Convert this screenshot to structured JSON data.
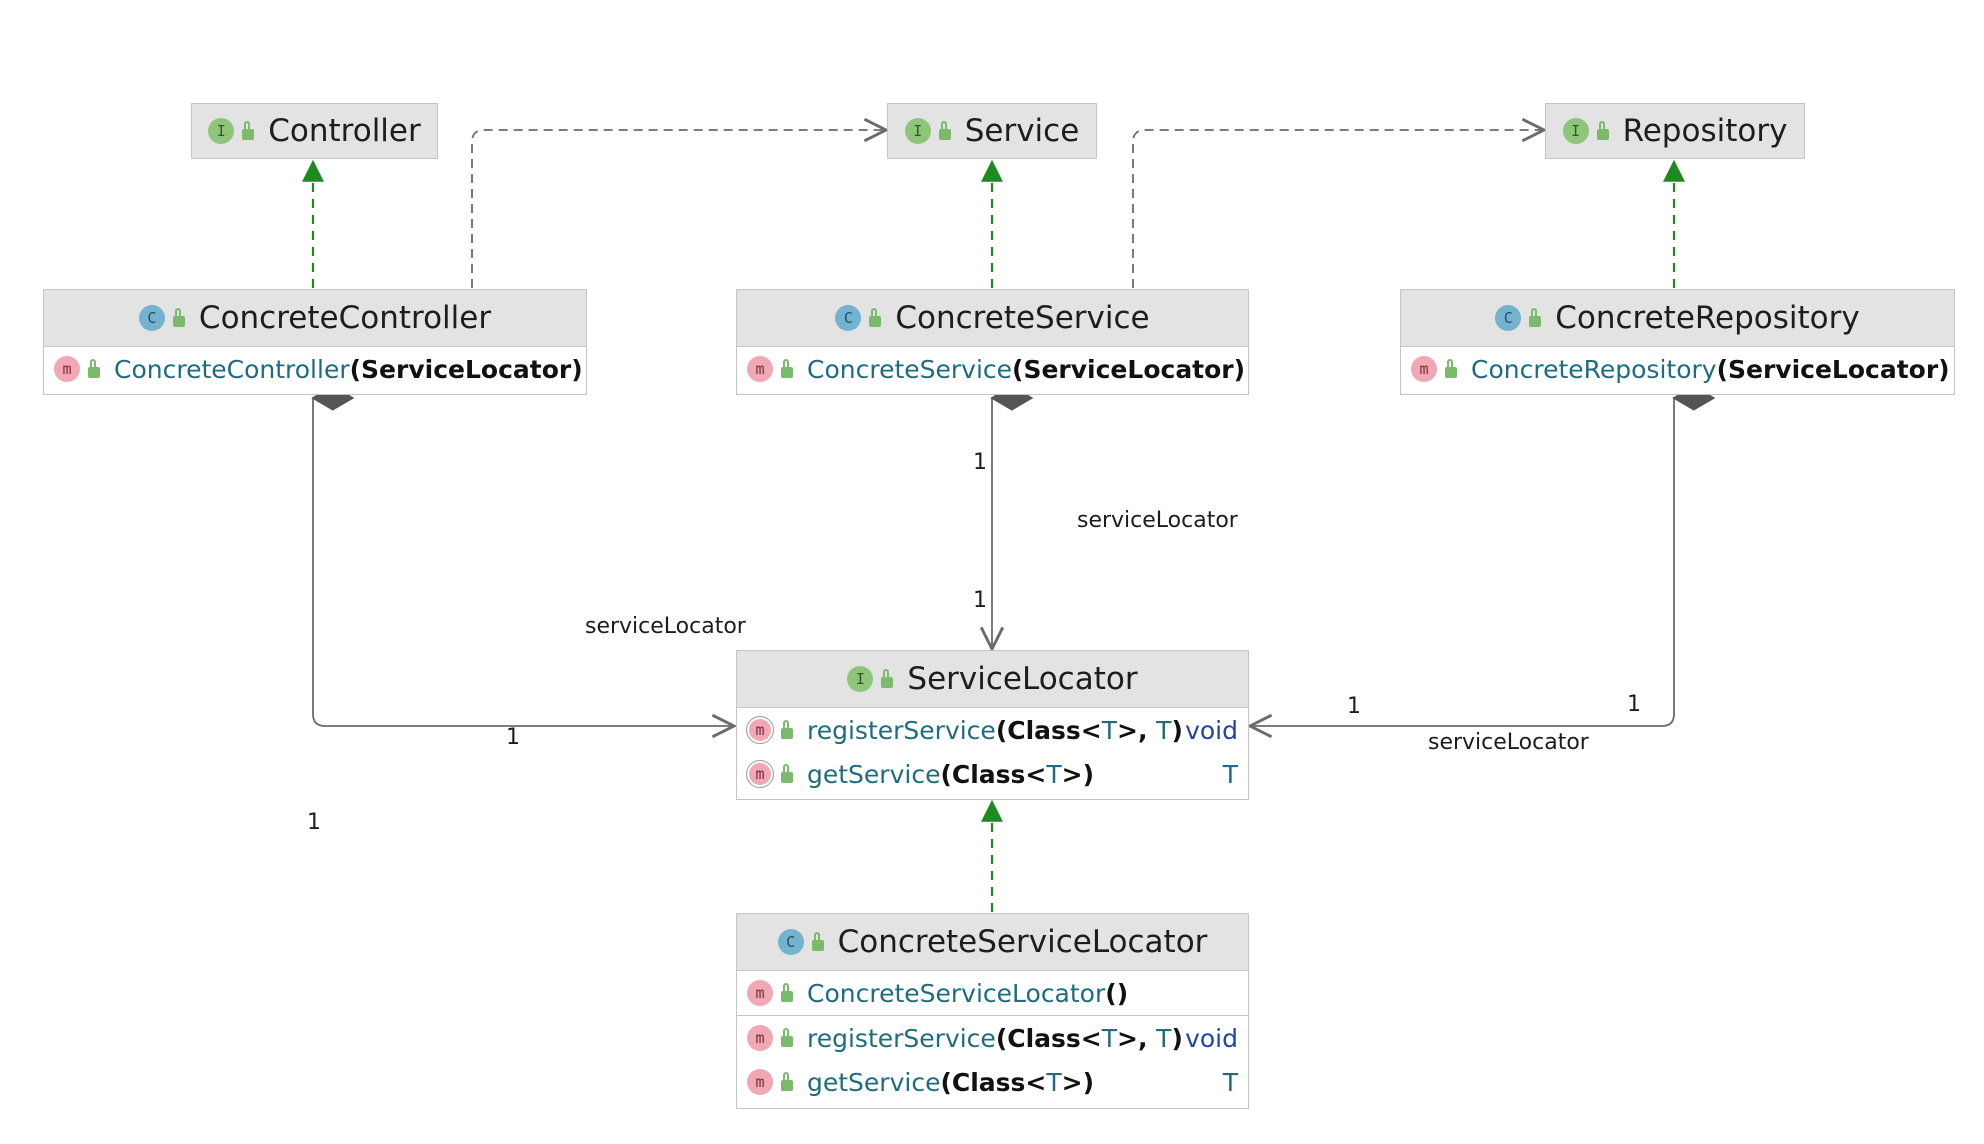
{
  "colors": {
    "implements": "#1f8a1f",
    "dependency": "#6b6b6b",
    "composition": "#555555"
  },
  "nodes": {
    "controller": {
      "badge": "I",
      "title": "Controller"
    },
    "service": {
      "badge": "I",
      "title": "Service"
    },
    "repository": {
      "badge": "I",
      "title": "Repository"
    },
    "concrete_controller": {
      "badge": "C",
      "title": "ConcreteController",
      "methods": [
        {
          "badge": "m",
          "name": "ConcreteController",
          "params": "(ServiceLocator)"
        }
      ]
    },
    "concrete_service": {
      "badge": "C",
      "title": "ConcreteService",
      "methods": [
        {
          "badge": "m",
          "name": "ConcreteService",
          "params": "(ServiceLocator)"
        }
      ]
    },
    "concrete_repository": {
      "badge": "C",
      "title": "ConcreteRepository",
      "methods": [
        {
          "badge": "m",
          "name": "ConcreteRepository",
          "params": "(ServiceLocator)"
        }
      ]
    },
    "service_locator": {
      "badge": "I",
      "title": "ServiceLocator",
      "methods": [
        {
          "badge": "m",
          "name": "registerService",
          "p_open": "(Class<",
          "p_t1": "T",
          "p_mid": ">, ",
          "p_t2": "T",
          "p_close": ")",
          "ret": "void"
        },
        {
          "badge": "m",
          "name": "getService",
          "p_open": "(Class<",
          "p_t1": "T",
          "p_close": ">)",
          "ret": "T"
        }
      ]
    },
    "concrete_service_locator": {
      "badge": "C",
      "title": "ConcreteServiceLocator",
      "constructor": {
        "badge": "m",
        "name": "ConcreteServiceLocator",
        "params": "()"
      },
      "methods": [
        {
          "badge": "m",
          "name": "registerService",
          "p_open": "(Class<",
          "p_t1": "T",
          "p_mid": ">, ",
          "p_t2": "T",
          "p_close": ")",
          "ret": "void"
        },
        {
          "badge": "m",
          "name": "getService",
          "p_open": "(Class<",
          "p_t1": "T",
          "p_close": ">)",
          "ret": "T"
        }
      ]
    }
  },
  "edge_labels": {
    "service_role": "serviceLocator",
    "service_mult_src": "1",
    "service_mult_dst": "1",
    "controller_role": "serviceLocator",
    "controller_mult_src": "1",
    "controller_mult_dst": "1",
    "repository_role": "serviceLocator",
    "repository_mult_src": "1",
    "repository_mult_dst": "1"
  }
}
